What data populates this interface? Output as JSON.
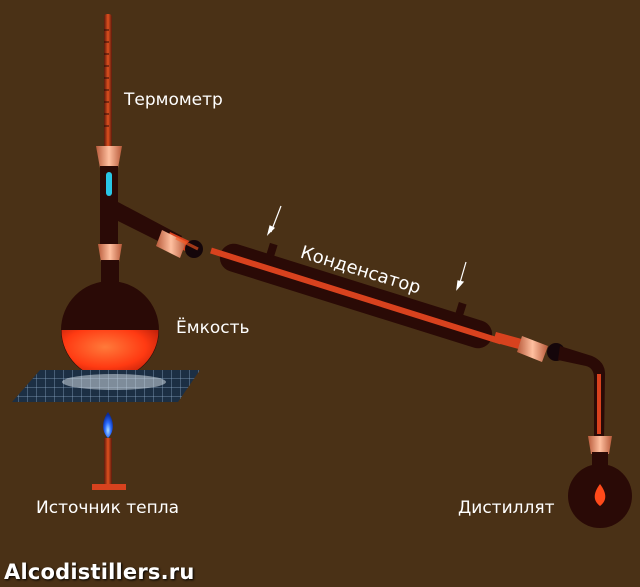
{
  "labels": {
    "thermometer": "Термометр",
    "condenser": "Конденсатор",
    "flask": "Ёмкость",
    "heat_source": "Источник тепла",
    "distillate": "Дистиллят"
  },
  "watermark": "Alcodistillers.ru",
  "colors": {
    "background": "#4a3116",
    "glass_dark": "#2a0a06",
    "liquid": "#ff4a1a",
    "tube_glow": "#d23a1a",
    "joint": "#f2a07a",
    "flame": "#2b6cff",
    "mercury": "#29c6e6",
    "text": "#ffffff"
  }
}
